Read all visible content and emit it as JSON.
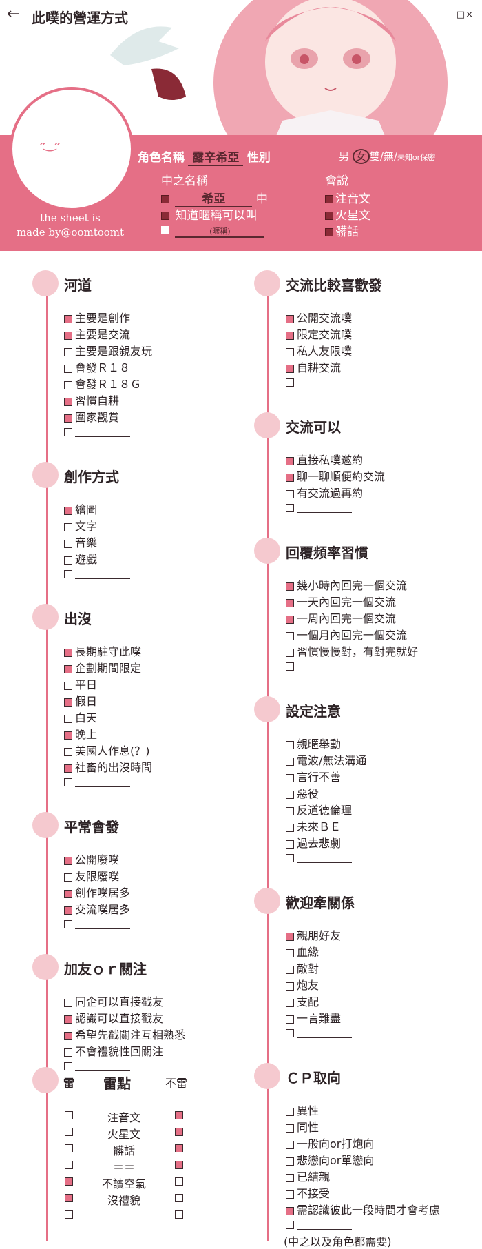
{
  "header": {
    "title": "此噗的營運方式",
    "back_icon": "←",
    "window_controls": "_□×"
  },
  "credit": [
    "the sheet is",
    "made by@oomtoomt"
  ],
  "info": {
    "char_label": "角色名稱",
    "char_name": "露辛希亞",
    "gender_label": "性別",
    "gender_options": [
      "男",
      "女",
      "雙",
      "/無/",
      "未知or保密"
    ],
    "gender_selected": "女",
    "pl_label": "中之名稱",
    "pl_name": "希亞",
    "pl_suffix": "中",
    "pl_note": "知道暱稱可以叫",
    "pl_blank": "(暱稱)",
    "lang_label": "會說",
    "langs": [
      "注音文",
      "火星文",
      "髒話"
    ]
  },
  "left_sections": [
    {
      "title": "河道",
      "items": [
        [
          "主要是創作",
          1
        ],
        [
          "主要是交流",
          1
        ],
        [
          "主要是跟親友玩",
          0
        ],
        [
          "會發Ｒ１８",
          0
        ],
        [
          "會發Ｒ１８Ｇ",
          0
        ],
        [
          "習慣自耕",
          1
        ],
        [
          "圍家觀賞",
          1
        ],
        [
          "",
          0
        ]
      ]
    },
    {
      "title": "創作方式",
      "items": [
        [
          "繪圖",
          1
        ],
        [
          "文字",
          0
        ],
        [
          "音樂",
          0
        ],
        [
          "遊戲",
          0
        ],
        [
          "",
          0
        ]
      ]
    },
    {
      "title": "出沒",
      "items": [
        [
          "長期駐守此噗",
          1
        ],
        [
          "企劃期間限定",
          1
        ],
        [
          "平日",
          0
        ],
        [
          "假日",
          1
        ],
        [
          "白天",
          0
        ],
        [
          "晚上",
          1
        ],
        [
          "美國人作息(？)",
          0
        ],
        [
          "社畜的出沒時間",
          1
        ],
        [
          "",
          0
        ]
      ]
    },
    {
      "title": "平常會發",
      "items": [
        [
          "公開廢噗",
          1
        ],
        [
          "友限廢噗",
          0
        ],
        [
          "創作噗居多",
          1
        ],
        [
          "交流噗居多",
          1
        ],
        [
          "",
          0
        ]
      ]
    },
    {
      "title": "加友ｏｒ關注",
      "items": [
        [
          "同企可以直接戳友",
          0
        ],
        [
          "認識可以直接戳友",
          1
        ],
        [
          "希望先戳關注互相熟悉",
          1
        ],
        [
          "不會禮貌性回關注",
          0
        ],
        [
          "",
          0
        ]
      ]
    }
  ],
  "mine": {
    "head_left": "雷",
    "head_mid": "雷點",
    "head_right": "不雷",
    "rows": [
      [
        "注音文",
        0,
        1
      ],
      [
        "火星文",
        0,
        1
      ],
      [
        "髒話",
        0,
        1
      ],
      [
        "＝＝",
        0,
        1
      ],
      [
        "不讀空氣",
        1,
        0
      ],
      [
        "沒禮貌",
        1,
        0
      ],
      [
        "",
        0,
        0
      ]
    ]
  },
  "right_sections": [
    {
      "title": "交流比較喜歡發",
      "items": [
        [
          "公開交流噗",
          1
        ],
        [
          "限定交流噗",
          1
        ],
        [
          "私人友限噗",
          0
        ],
        [
          "自耕交流",
          1
        ],
        [
          "",
          0
        ]
      ]
    },
    {
      "title": "交流可以",
      "items": [
        [
          "直接私噗邀約",
          1
        ],
        [
          "聊一聊順便約交流",
          1
        ],
        [
          "有交流過再約",
          0
        ],
        [
          "",
          0
        ]
      ]
    },
    {
      "title": "回覆頻率習慣",
      "items": [
        [
          "幾小時內回完一個交流",
          1
        ],
        [
          "一天內回完一個交流",
          1
        ],
        [
          "一周內回完一個交流",
          1
        ],
        [
          "一個月內回完一個交流",
          0
        ],
        [
          "習慣慢慢對，有對完就好",
          0
        ],
        [
          "",
          0
        ]
      ]
    },
    {
      "title": "設定注意",
      "items": [
        [
          "親暱舉動",
          0
        ],
        [
          "電波/無法溝通",
          0
        ],
        [
          "言行不善",
          0
        ],
        [
          "惡役",
          0
        ],
        [
          "反道德倫理",
          0
        ],
        [
          "未來ＢＥ",
          0
        ],
        [
          "過去悲劇",
          0
        ],
        [
          "",
          0
        ]
      ]
    },
    {
      "title": "歡迎牽關係",
      "items": [
        [
          "親朋好友",
          1
        ],
        [
          "血緣",
          0
        ],
        [
          "敵對",
          0
        ],
        [
          "炮友",
          0
        ],
        [
          "支配",
          0
        ],
        [
          "一言難盡",
          0
        ],
        [
          "",
          0
        ]
      ]
    },
    {
      "title": "ＣＰ取向",
      "items": [
        [
          "異性",
          0
        ],
        [
          "同性",
          0
        ],
        [
          "一般向or打炮向",
          0
        ],
        [
          "悲戀向or單戀向",
          0
        ],
        [
          "已結親",
          0
        ],
        [
          "不接受",
          0
        ],
        [
          "需認識彼此一段時間才會考慮",
          1
        ],
        [
          "",
          0
        ]
      ],
      "note": "(中之以及角色都需要)"
    }
  ]
}
